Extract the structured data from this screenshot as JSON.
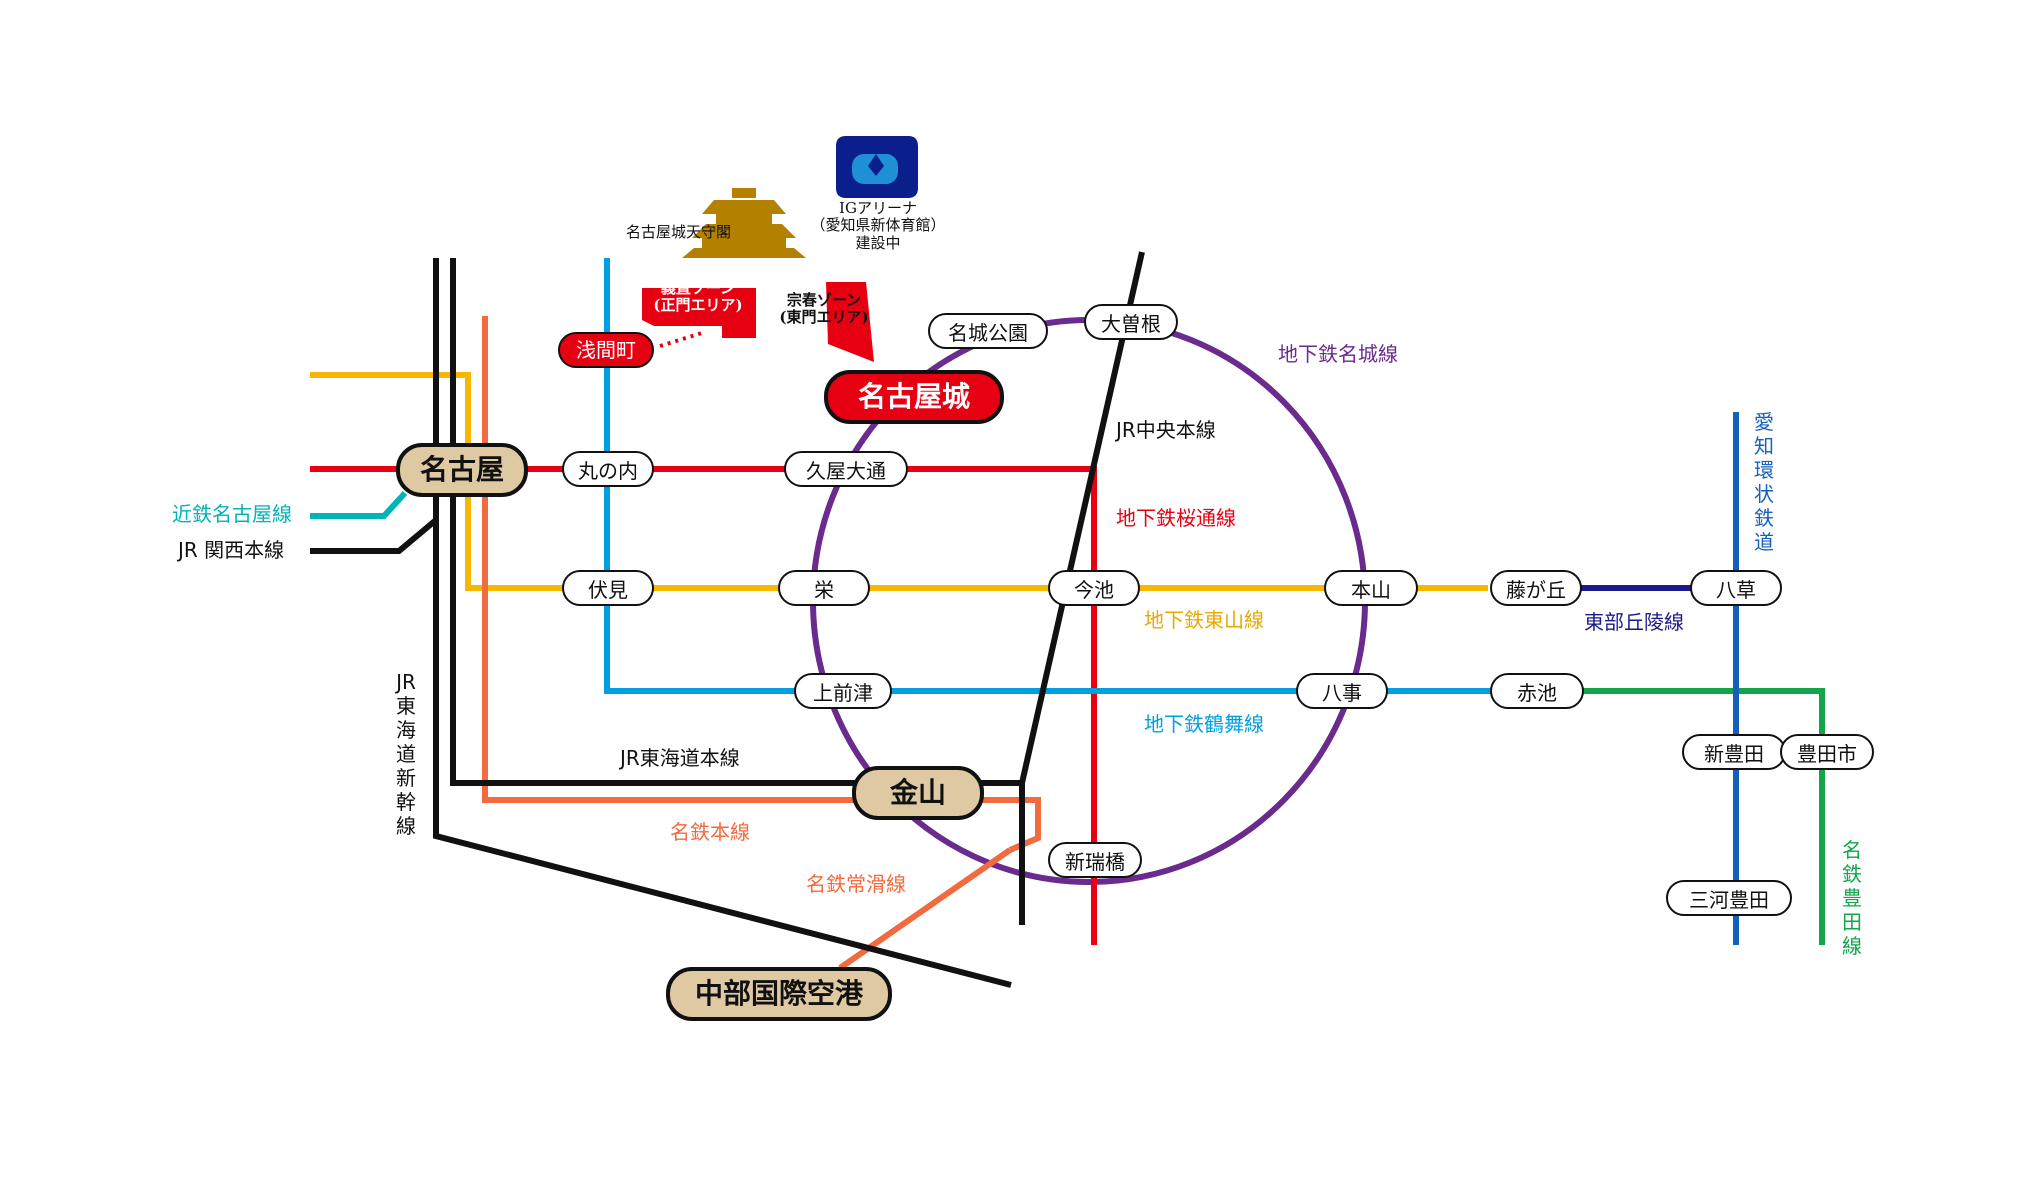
{
  "colors": {
    "meijo": "#6a2a8e",
    "sakuradori": "#e60012",
    "higashiyama": "#f6b700",
    "tsurumai": "#00a0e0",
    "tobu_kyuryo": "#1a1a8c",
    "aikan": "#1560bd",
    "meitetsu_toyota": "#12a54a",
    "meitetsu_main": "#f26a3f",
    "kintetsu": "#00b5b8",
    "jr": "#111111",
    "major_fill": "#dec9a3",
    "castle_fill": "#e60012"
  },
  "landmarks": {
    "tenshukaku": "名古屋城天守閣",
    "ig_arena_line1": "IGアリーナ",
    "ig_arena_line2": "（愛知県新体育館）",
    "ig_arena_line3": "建設中",
    "yoshinao_line1": "義直ゾーン",
    "yoshinao_line2": "(正門エリア)",
    "muneharu_line1": "宗春ゾーン",
    "muneharu_line2": "(東門エリア)"
  },
  "stations": {
    "nagoya": "名古屋",
    "kanayama": "金山",
    "chubu_airport": "中部国際空港",
    "nagoyajo": "名古屋城",
    "sengencho": "浅間町",
    "marunouchi": "丸の内",
    "hisaya_odori": "久屋大通",
    "meijo_koen": "名城公園",
    "ozone": "大曽根",
    "fushimi": "伏見",
    "sakae": "栄",
    "imaike": "今池",
    "motoyama": "本山",
    "fujigaoka": "藤が丘",
    "yagusa": "八草",
    "kamimaezu": "上前津",
    "yagoto": "八事",
    "akaike": "赤池",
    "aratamabashi": "新瑞橋",
    "shin_toyota": "新豊田",
    "toyotashi": "豊田市",
    "mikawa_toyota": "三河豊田"
  },
  "lines": {
    "meijo": "地下鉄名城線",
    "jr_chuo": "JR中央本線",
    "sakuradori": "地下鉄桜通線",
    "higashiyama": "地下鉄東山線",
    "tsurumai": "地下鉄鶴舞線",
    "tobu_kyuryo": "東部丘陵線",
    "jr_tokaido": "JR東海道本線",
    "meitetsu_main": "名鉄本線",
    "meitetsu_tokoname": "名鉄常滑線",
    "kintetsu": "近鉄名古屋線",
    "jr_kansai": "JR 関西本線",
    "aikan": [
      "愛",
      "知",
      "環",
      "状",
      "鉄",
      "道"
    ],
    "meitetsu_toyota": [
      "名",
      "鉄",
      "豊",
      "田",
      "線"
    ],
    "shinkansen": [
      "JR",
      "東",
      "海",
      "道",
      "新",
      "幹",
      "線"
    ]
  }
}
